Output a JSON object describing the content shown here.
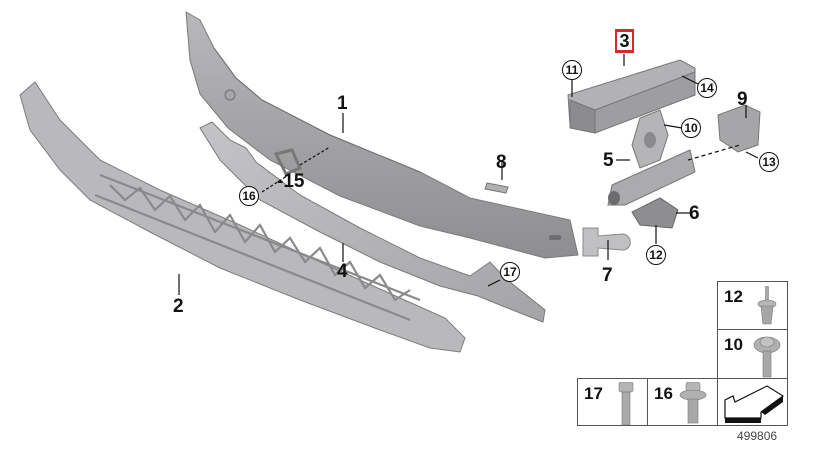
{
  "diagram": {
    "type": "exploded-parts-diagram",
    "highlighted_part": "3",
    "highlight_color": "#e0262a",
    "part_color": "#9a9a9c",
    "diagram_number": "499806"
  },
  "callouts": {
    "p1": "1",
    "p2": "2",
    "p3": "3",
    "p4": "4",
    "p5": "5",
    "p6": "6",
    "p7": "7",
    "p8": "8",
    "p9": "9",
    "p10": "10",
    "p11": "11",
    "p12": "12",
    "p13": "13",
    "p14": "14",
    "p15": "-15",
    "p16": "16",
    "p17": "17"
  },
  "legend": {
    "cells": [
      {
        "number": "12",
        "icon": "rivet-icon"
      },
      {
        "number": "10",
        "icon": "washer-screw-icon"
      },
      {
        "number": "17",
        "icon": "hex-bolt-icon"
      },
      {
        "number": "16",
        "icon": "torx-flange-bolt-icon"
      },
      {
        "number": "",
        "icon": "direction-arrow-icon"
      }
    ]
  }
}
